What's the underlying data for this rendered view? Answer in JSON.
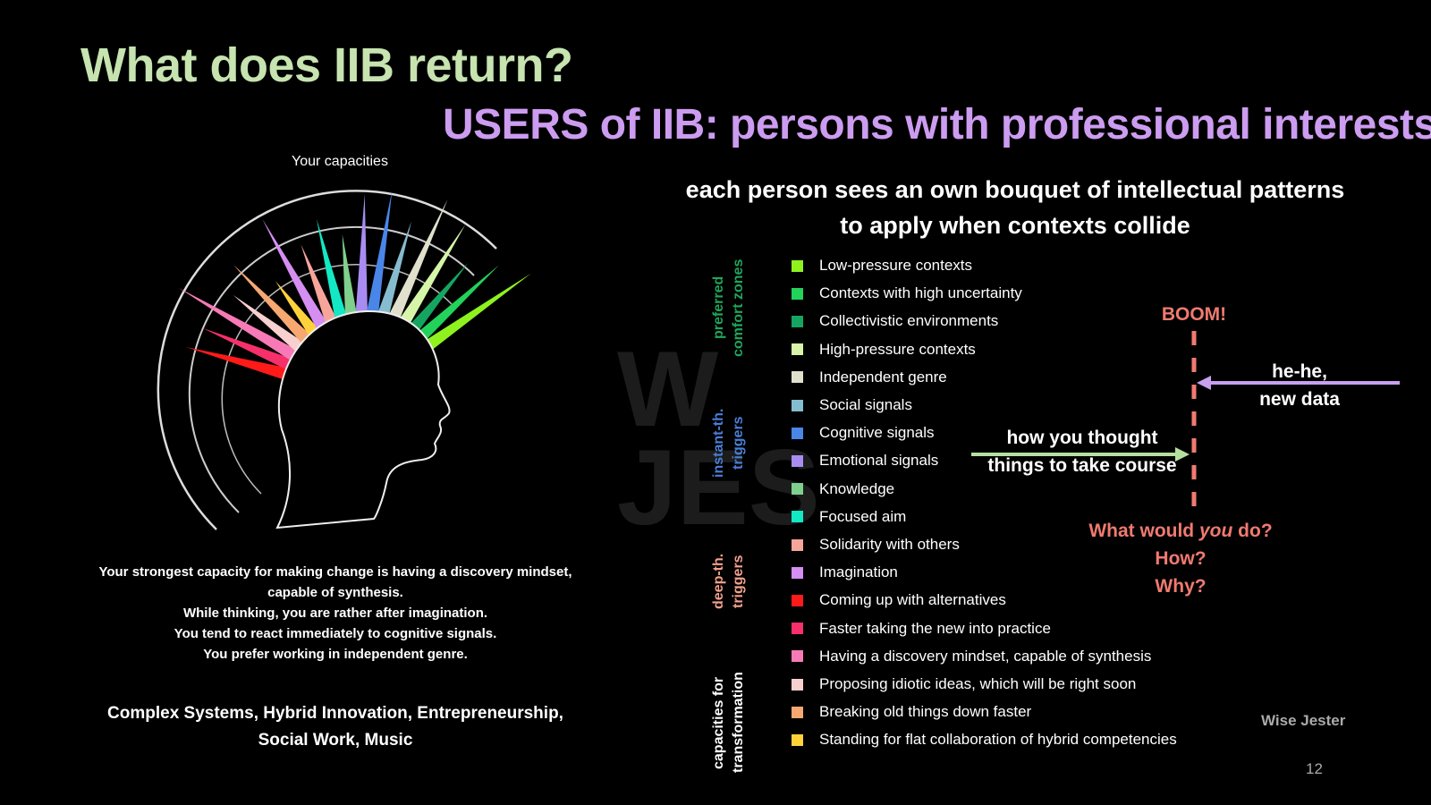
{
  "slide": {
    "title": "What does IIB return?",
    "subtitle": "USERS of IIB: persons with professional interests",
    "headline_line1": "each person sees an own bouquet of intellectual patterns",
    "headline_line2": "to apply when contexts collide",
    "brand": "Wise Jester",
    "page_number": "12"
  },
  "chart": {
    "title": "Your capacities",
    "summary": [
      "Your strongest capacity for making change is having a discovery mindset,",
      "capable of synthesis.",
      "While thinking, you are rather after imagination.",
      "You tend to react immediately to cognitive signals.",
      "You prefer working in independent genre."
    ],
    "fields_line1": "Complex Systems, Hybrid Innovation, Entrepreneurship,",
    "fields_line2": "Social Work, Music"
  },
  "legend": {
    "groups": [
      {
        "label_line1": "preferred",
        "label_line2": "comfort zones",
        "color": "#1fa65a"
      },
      {
        "label_line1": "instant-th.",
        "label_line2": "triggers",
        "color": "#4a7fd8"
      },
      {
        "label_line1": "deep-th.",
        "label_line2": "triggers",
        "color": "#f3a08c"
      },
      {
        "label_line1": "capacities for",
        "label_line2": "transformation",
        "color": "#ffffff"
      }
    ],
    "items": [
      {
        "label": "Low-pressure contexts",
        "color": "#8ff21e"
      },
      {
        "label": "Contexts with high uncertainty",
        "color": "#22d25a"
      },
      {
        "label": "Collectivistic environments",
        "color": "#14a660"
      },
      {
        "label": "High-pressure contexts",
        "color": "#d6f5a8"
      },
      {
        "label": "Independent genre",
        "color": "#e0e0cc"
      },
      {
        "label": "Social signals",
        "color": "#86bccf"
      },
      {
        "label": "Cognitive signals",
        "color": "#4a86e8"
      },
      {
        "label": "Emotional signals",
        "color": "#a98cf2"
      },
      {
        "label": "Knowledge",
        "color": "#7fd08c"
      },
      {
        "label": "Focused aim",
        "color": "#12e8c4"
      },
      {
        "label": "Solidarity with others",
        "color": "#f7a59a"
      },
      {
        "label": "Imagination",
        "color": "#d58ef2"
      },
      {
        "label": "Coming up with alternatives",
        "color": "#ff1a1a"
      },
      {
        "label": "Faster taking the new into practice",
        "color": "#f5306a"
      },
      {
        "label": "Having a discovery mindset, capable of synthesis",
        "color": "#f77ab6"
      },
      {
        "label": "Proposing idiotic ideas, which will be right soon",
        "color": "#f8d0d0"
      },
      {
        "label": "Breaking old things down faster",
        "color": "#f7a870"
      },
      {
        "label": "Standing for flat collaboration of hybrid competencies",
        "color": "#ffd23c"
      }
    ]
  },
  "diagram": {
    "boom": "BOOM!",
    "hehe_line1": "he-he,",
    "hehe_line2": "new data",
    "thought_line1": "how you thought",
    "thought_line2": "things to take course",
    "q_prefix": "What would ",
    "q_you": "you",
    "q_suffix": " do?",
    "how": "How?",
    "why": "Why?",
    "colors": {
      "boom": "#f07a70",
      "arrow_left": "#c8a0f0",
      "arrow_right": "#b6e0a0"
    }
  },
  "chart_data": {
    "type": "radial-spike",
    "title": "Your capacities",
    "series": [
      {
        "name": "Coming up with alternatives",
        "color": "#ff1a1a",
        "value": 0.55
      },
      {
        "name": "Faster taking the new into practice",
        "color": "#f5306a",
        "value": 0.5
      },
      {
        "name": "Having a discovery mindset, capable of synthesis",
        "color": "#f77ab6",
        "value": 0.7
      },
      {
        "name": "Proposing idiotic ideas, which will be right soon",
        "color": "#f8d0d0",
        "value": 0.45
      },
      {
        "name": "Breaking old things down faster",
        "color": "#f7a870",
        "value": 0.55
      },
      {
        "name": "Standing for flat collaboration of hybrid competencies",
        "color": "#ffd23c",
        "value": 0.35
      },
      {
        "name": "Imagination",
        "color": "#d58ef2",
        "value": 0.65
      },
      {
        "name": "Solidarity with others",
        "color": "#f7a59a",
        "value": 0.45
      },
      {
        "name": "Focused aim",
        "color": "#12e8c4",
        "value": 0.55
      },
      {
        "name": "Knowledge",
        "color": "#7fd08c",
        "value": 0.45
      },
      {
        "name": "Emotional signals",
        "color": "#a98cf2",
        "value": 0.65
      },
      {
        "name": "Cognitive signals",
        "color": "#4a86e8",
        "value": 0.68
      },
      {
        "name": "Social signals",
        "color": "#86bccf",
        "value": 0.55
      },
      {
        "name": "Independent genre",
        "color": "#e0e0cc",
        "value": 0.72
      },
      {
        "name": "High-pressure contexts",
        "color": "#d6f5a8",
        "value": 0.65
      },
      {
        "name": "Collectivistic environments",
        "color": "#14a660",
        "value": 0.5
      },
      {
        "name": "Contexts with high uncertainty",
        "color": "#22d25a",
        "value": 0.6
      },
      {
        "name": "Low-pressure contexts",
        "color": "#8ff21e",
        "value": 0.7
      }
    ]
  }
}
